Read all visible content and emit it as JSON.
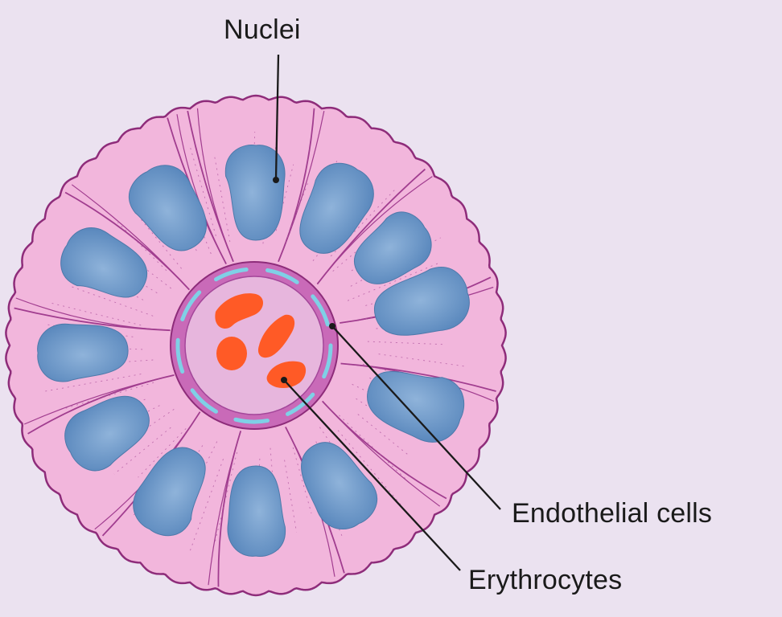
{
  "labels": {
    "nuclei": "Nuclei",
    "endothelial_cells": "Endothelial cells",
    "erythrocytes": "Erythrocytes"
  },
  "colors": {
    "background": "#ebe2f0",
    "cytoplasm": "#f2b6dc",
    "membrane": "#8e2c7a",
    "nucleus": "#5f8fc2",
    "endothelium": "#c96ab8",
    "lumen": "#e7b6dd",
    "erythrocyte": "#ff5a26",
    "leader_line": "#1a1a1a"
  }
}
